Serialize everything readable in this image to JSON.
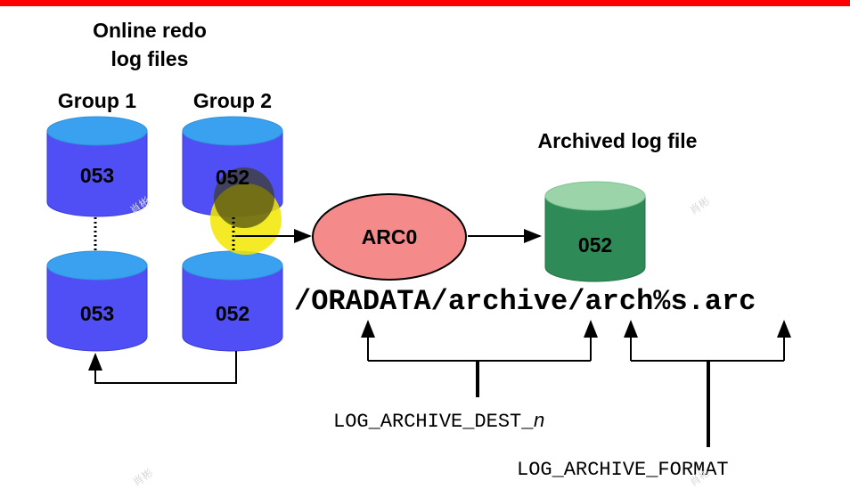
{
  "header": {
    "online_redo_line1": "Online redo",
    "online_redo_line2": "log files",
    "group1": "Group 1",
    "group2": "Group 2",
    "archived_title": "Archived log file"
  },
  "disks": {
    "g1_top": "053",
    "g2_top": "052",
    "g1_bottom": "053",
    "g2_bottom": "052",
    "archived": "052"
  },
  "process": {
    "label": "ARC0"
  },
  "path": {
    "text": "/ORADATA/archive/arch%s.arc",
    "dest_param": "LOG_ARCHIVE_DEST_",
    "dest_suffix": "n",
    "format_param": "LOG_ARCHIVE_FORMAT"
  },
  "watermark": "肖彬",
  "colors": {
    "redo_body": "#4f4ff5",
    "redo_top": "#3aa0f0",
    "arch_body": "#2e8b57",
    "arch_top": "#9ad4a8",
    "process_fill": "#f48a8a",
    "highlight": "#f2e600",
    "accent_bar": "#ff0000"
  }
}
